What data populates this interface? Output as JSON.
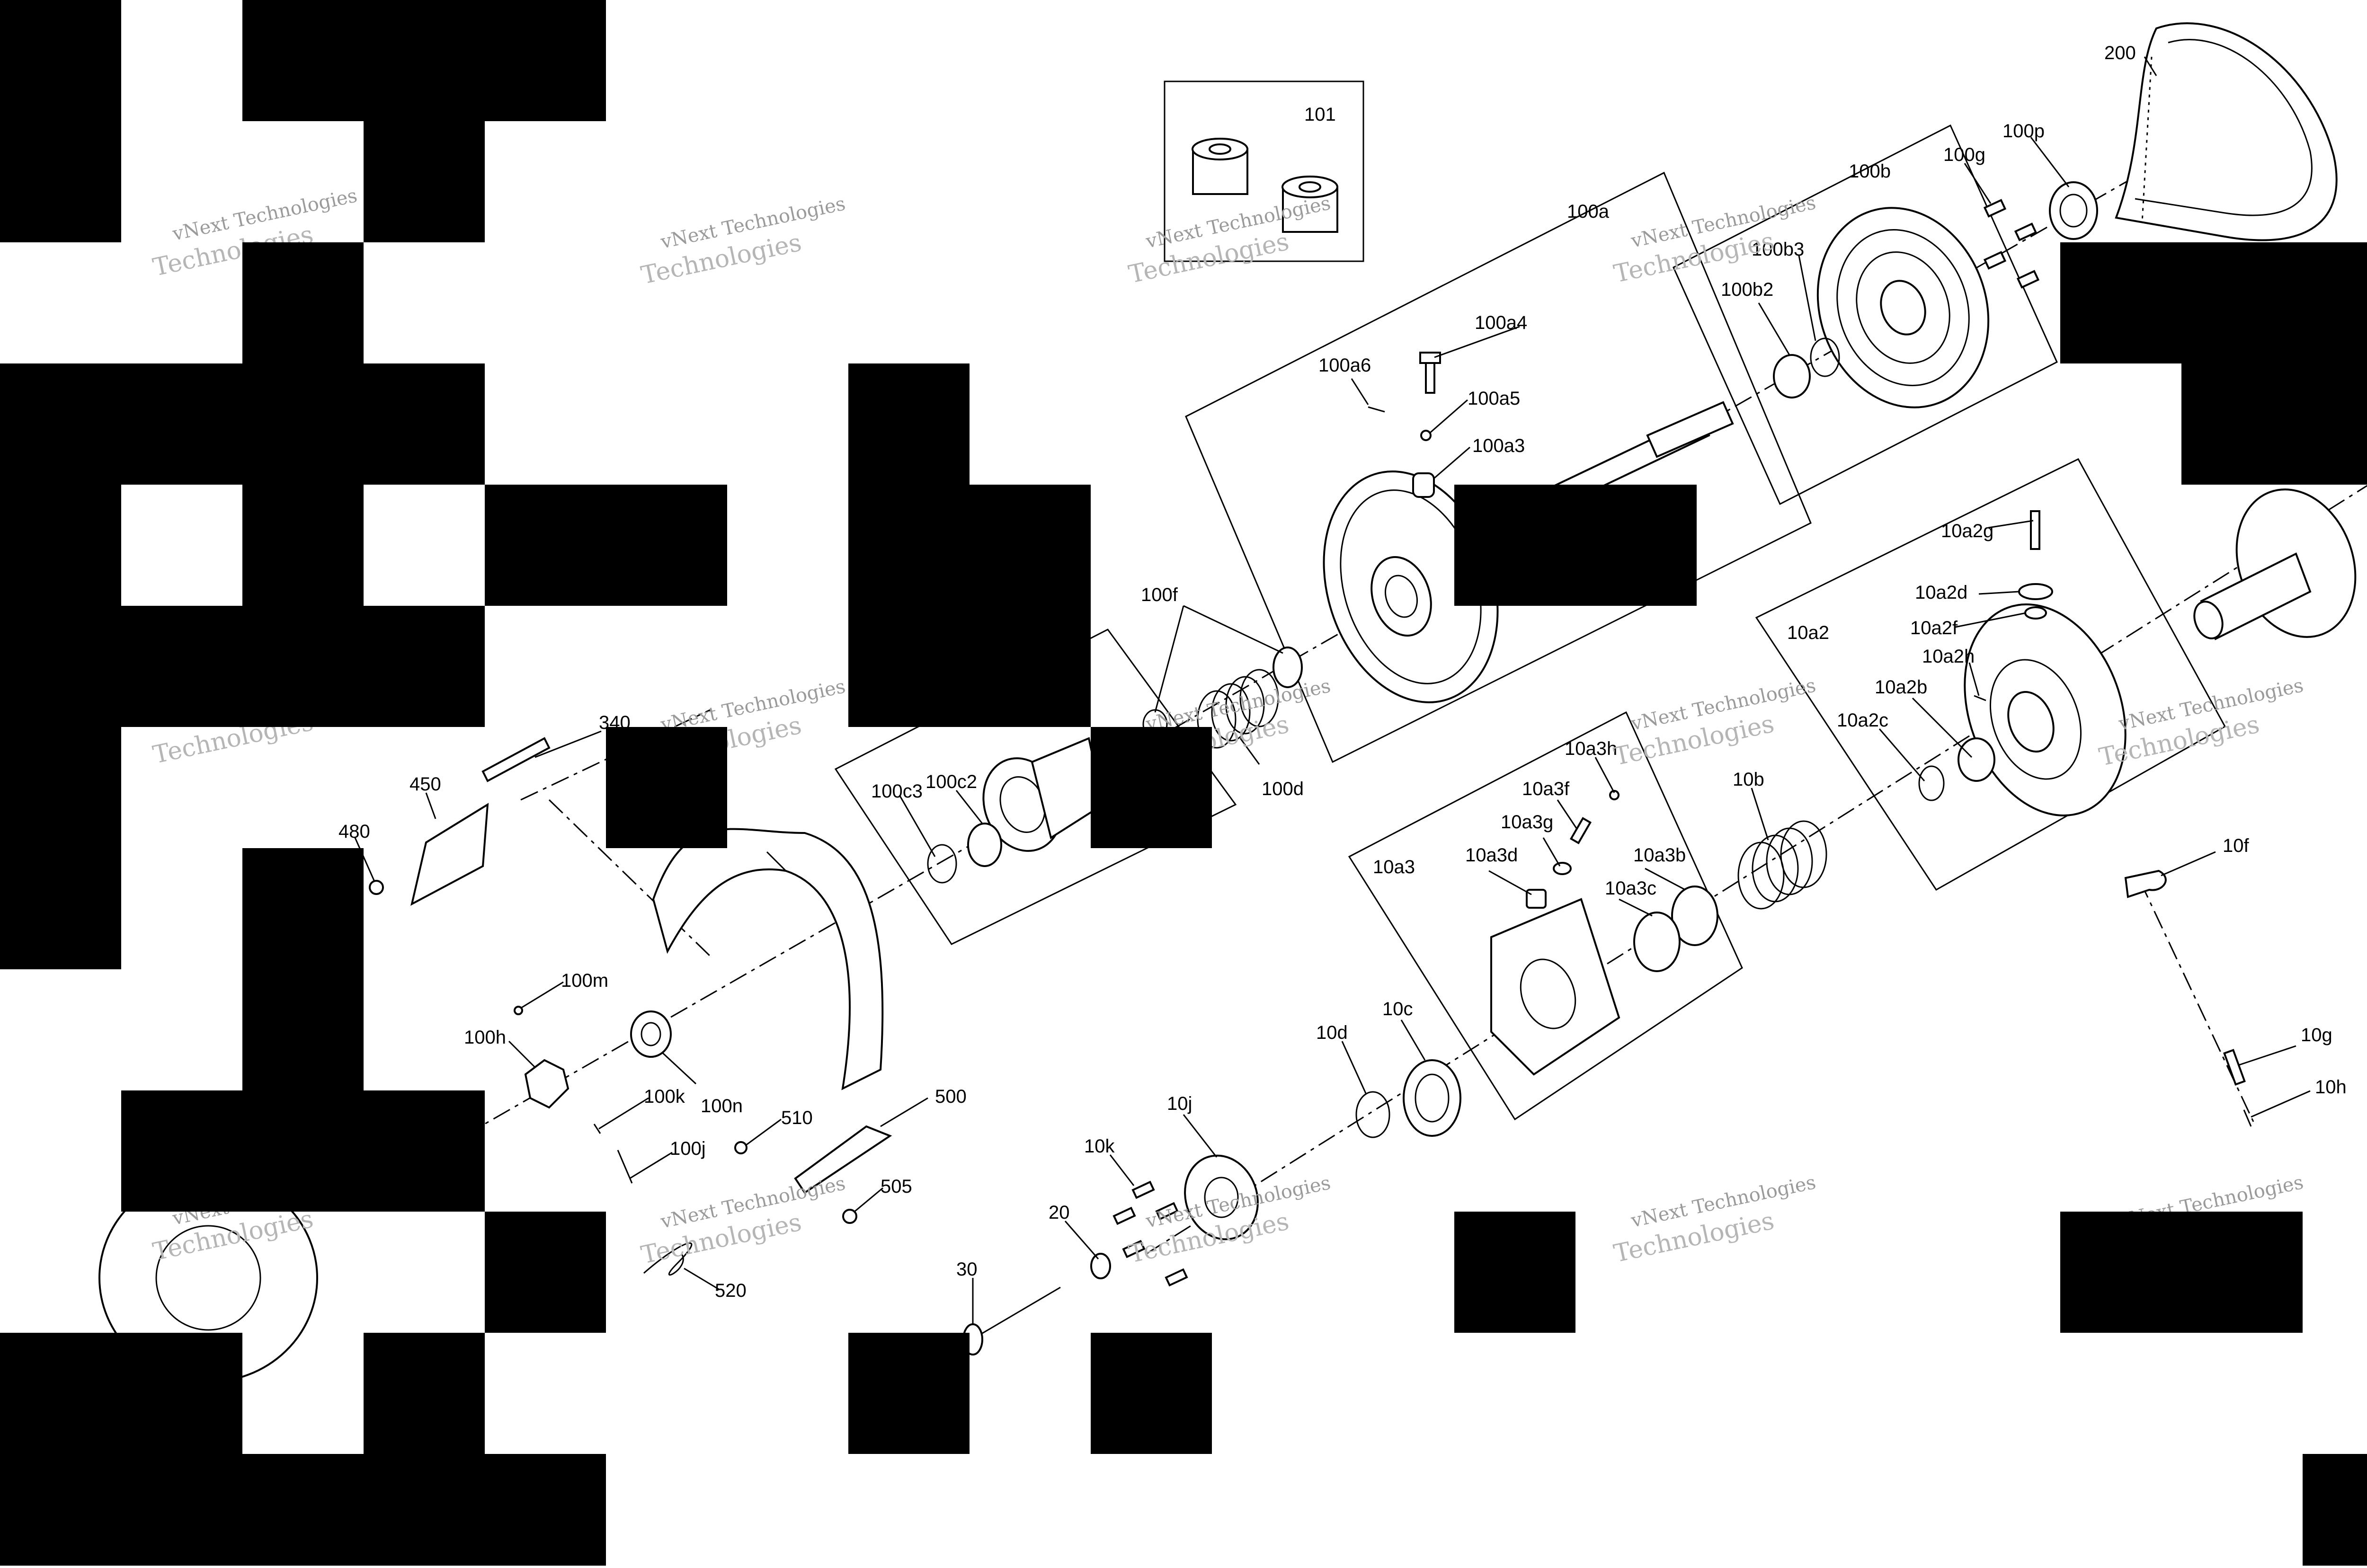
{
  "watermark": {
    "line1": "vNext Technologies",
    "line2": "Technologies"
  },
  "labels": {
    "p101": "101",
    "p200": "200",
    "p100p": "100p",
    "p100g": "100g",
    "p100b": "100b",
    "p100b3": "100b3",
    "p100b2": "100b2",
    "p100a": "100a",
    "p100a4": "100a4",
    "p100a6": "100a6",
    "p100a5": "100a5",
    "p100a3": "100a3",
    "p100f": "100f",
    "p100d": "100d",
    "p100c3": "100c3",
    "p100c2": "100c2",
    "p340": "340",
    "p450": "450",
    "p480": "480",
    "p100m": "100m",
    "p100h": "100h",
    "p100n": "100n",
    "p100k": "100k",
    "p100j": "100j",
    "p510": "510",
    "p500": "500",
    "p505": "505",
    "p520": "520",
    "p10a2g": "10a2g",
    "p10a2d": "10a2d",
    "p10a2f": "10a2f",
    "p10a2": "10a2",
    "p10a2h": "10a2h",
    "p10a2b": "10a2b",
    "p10a2c": "10a2c",
    "p10a3h": "10a3h",
    "p10a3f": "10a3f",
    "p10a3g": "10a3g",
    "p10a3d": "10a3d",
    "p10a3": "10a3",
    "p10a3b": "10a3b",
    "p10a3c": "10a3c",
    "p10b": "10b",
    "p10f": "10f",
    "p10d": "10d",
    "p10c": "10c",
    "p10j": "10j",
    "p10k": "10k",
    "p10g": "10g",
    "p10h": "10h",
    "p20": "20",
    "p30": "30"
  },
  "colors": {
    "line": "#000000",
    "background": "#ffffff",
    "watermark": "#9a9a9a",
    "redaction": "#000000"
  }
}
